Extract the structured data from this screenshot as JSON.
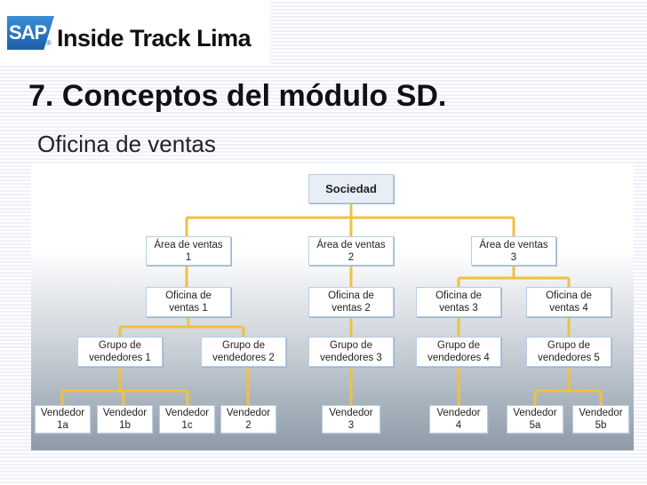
{
  "logo": {
    "sap": "SAP",
    "registered": "®",
    "text": "Inside Track Lima"
  },
  "slide": {
    "title": "7. Conceptos del módulo SD.",
    "subtitle": "Oficina de ventas"
  },
  "colors": {
    "connector": "#f0c040",
    "node_border": "#b8cde2"
  },
  "org_chart": {
    "root": "Sociedad",
    "sales_areas": [
      {
        "line1": "Área de ventas",
        "line2": "1"
      },
      {
        "line1": "Área de ventas",
        "line2": "2"
      },
      {
        "line1": "Área de ventas",
        "line2": "3"
      }
    ],
    "offices": [
      {
        "line1": "Oficina de",
        "line2": "ventas 1"
      },
      {
        "line1": "Oficina de",
        "line2": "ventas 2"
      },
      {
        "line1": "Oficina de",
        "line2": "ventas 3"
      },
      {
        "line1": "Oficina de",
        "line2": "ventas 4"
      }
    ],
    "groups": [
      {
        "line1": "Grupo de",
        "line2": "vendedores 1"
      },
      {
        "line1": "Grupo de",
        "line2": "vendedores 2"
      },
      {
        "line1": "Grupo de",
        "line2": "vendedores 3"
      },
      {
        "line1": "Grupo de",
        "line2": "vendedores 4"
      },
      {
        "line1": "Grupo de",
        "line2": "vendedores 5"
      }
    ],
    "sellers": [
      {
        "line1": "Vendedor",
        "line2": "1a"
      },
      {
        "line1": "Vendedor",
        "line2": "1b"
      },
      {
        "line1": "Vendedor",
        "line2": "1c"
      },
      {
        "line1": "Vendedor",
        "line2": "2"
      },
      {
        "line1": "Vendedor",
        "line2": "3"
      },
      {
        "line1": "Vendedor",
        "line2": "4"
      },
      {
        "line1": "Vendedor",
        "line2": "5a"
      },
      {
        "line1": "Vendedor",
        "line2": "5b"
      }
    ]
  }
}
